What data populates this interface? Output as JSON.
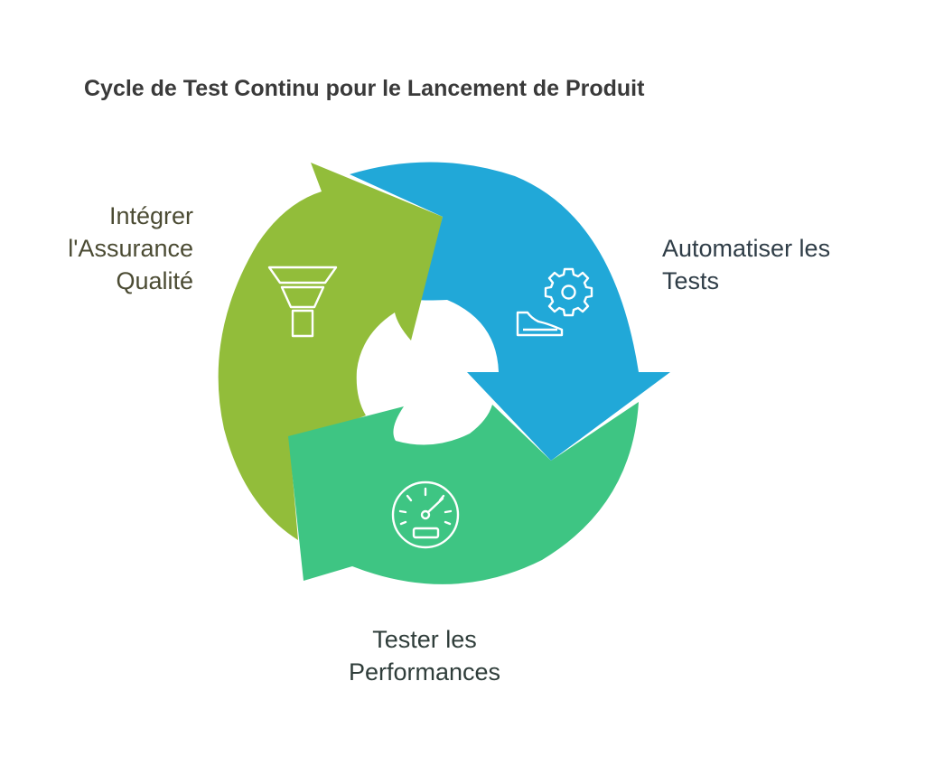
{
  "title": "Cycle de Test Continu pour le Lancement de Produit",
  "colors": {
    "title": "#3a3a3a",
    "green": "#92bd3a",
    "blue": "#21a8d8",
    "teal": "#3ec583",
    "label_green": "#4b4b33",
    "label_blue": "#2f3d47",
    "label_teal": "#2f3d3a",
    "icon_stroke": "#ffffff"
  },
  "steps": [
    {
      "label": "Intégrer\nl'Assurance\nQualité",
      "icon": "funnel-icon",
      "color": "#92bd3a"
    },
    {
      "label": "Automatiser les\nTests",
      "icon": "gear-icon",
      "color": "#21a8d8"
    },
    {
      "label": "Tester les\nPerformances",
      "icon": "speedometer-icon",
      "color": "#3ec583"
    }
  ]
}
